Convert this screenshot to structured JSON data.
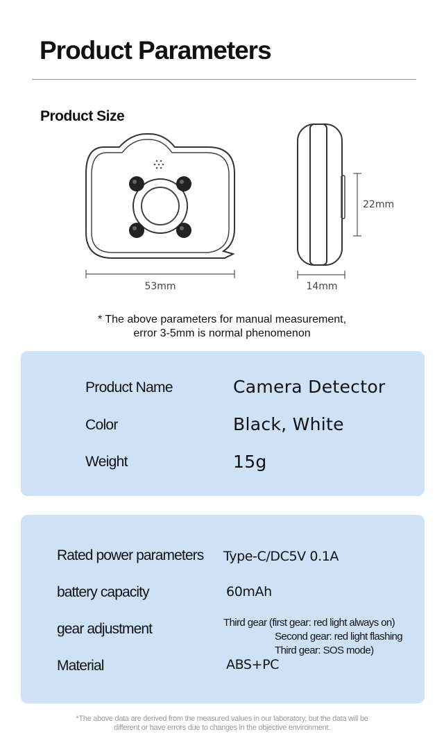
{
  "header": {
    "title": "Product Parameters"
  },
  "size_section": {
    "title": "Product Size",
    "width_label": "53mm",
    "thickness_label": "14mm",
    "height_label": "22mm",
    "note_line1": "* The above parameters for manual measurement,",
    "note_line2": "error 3-5mm is normal phenomenon"
  },
  "spec_card": {
    "rows": [
      {
        "label": "Product Name",
        "value": "Camera Detector"
      },
      {
        "label": "Color",
        "value": "Black, White"
      },
      {
        "label": "Weight",
        "value": "15g"
      }
    ]
  },
  "detail_card": {
    "rows": [
      {
        "label": "Rated power parameters",
        "value": "Type-C/DC5V 0.1A"
      },
      {
        "label": "battery capacity",
        "value": "60mAh"
      },
      {
        "label": "gear adjustment",
        "value_lines": [
          "Third gear (first gear: red light always on)",
          "Second gear: red light flashing",
          "Third gear: SOS mode)"
        ]
      },
      {
        "label": "Material",
        "value": "ABS+PC"
      }
    ]
  },
  "footer": {
    "line1": "*The above data are derived from the measured values in our laboratory, but the data will be",
    "line2": "different or have errors due to changes in the objective environment."
  },
  "colors": {
    "card_background": "#cde2f7",
    "divider": "#9a9a9a",
    "footnote_text": "#9a9a9a"
  }
}
